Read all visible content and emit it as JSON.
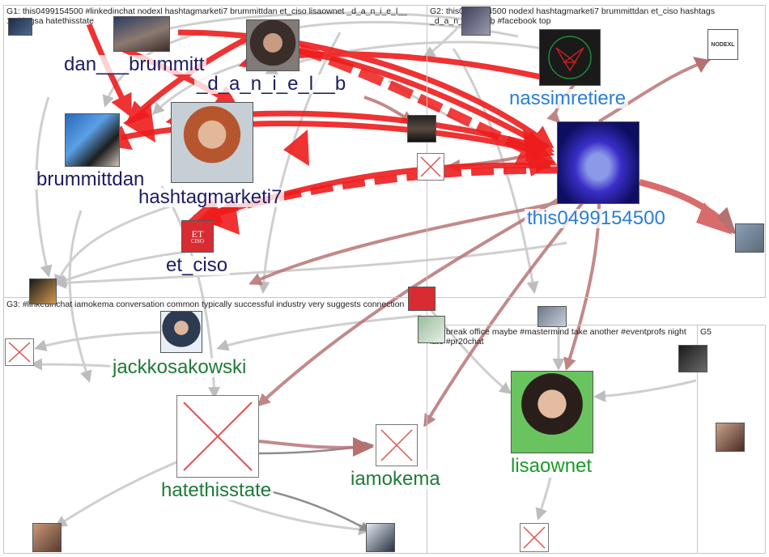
{
  "groups": [
    {
      "id": "G1",
      "title": "G1: this0499154500 #linkedinchat nodexl hashtagmarketi7 brummittdan et_ciso lisaownet _d_a_n_i_e_l__ 13thingsa hatethisstate"
    },
    {
      "id": "G2",
      "title": "G2: this0499154500 nodexl hashtagmarketi7 brummittdan et_ciso hashtags _d_a_n_i_e_l__b #facebook top"
    },
    {
      "id": "G3",
      "title": "G3: #linkedinchat iamokema conversation common typically successful industry very suggests connection"
    },
    {
      "id": "G4",
      "title": "G4: break office maybe #mastermind take another #eventprofs night late #pr20chat"
    },
    {
      "id": "G5",
      "title": "G5"
    }
  ],
  "node_labels": {
    "dan_brummitt": "dan___brummitt",
    "daniel_b": "_d_a_n_i_e_l__b",
    "brummittdan": "brummittdan",
    "hashtagmarketi7": "hashtagmarketi7",
    "et_ciso": "et_ciso",
    "nassimretiere": "nassimretiere",
    "this0499154500": "this0499154500",
    "jackkosakowski": "jackkosakowski",
    "hatethisstate": "hatethisstate",
    "iamokema": "iamokema",
    "lisaownet": "lisaownet"
  },
  "logo_texts": {
    "nodexl": "NODEXL",
    "et_top": "ET",
    "et_bottom": "CISO"
  },
  "colors": {
    "edge_strong": "#ee1c1c",
    "edge_medium": "#b97575",
    "edge_light": "#cfcfcf",
    "label_navy": "#1c1c64",
    "label_blue": "#2a7fd4",
    "label_green": "#1f7a3a"
  }
}
